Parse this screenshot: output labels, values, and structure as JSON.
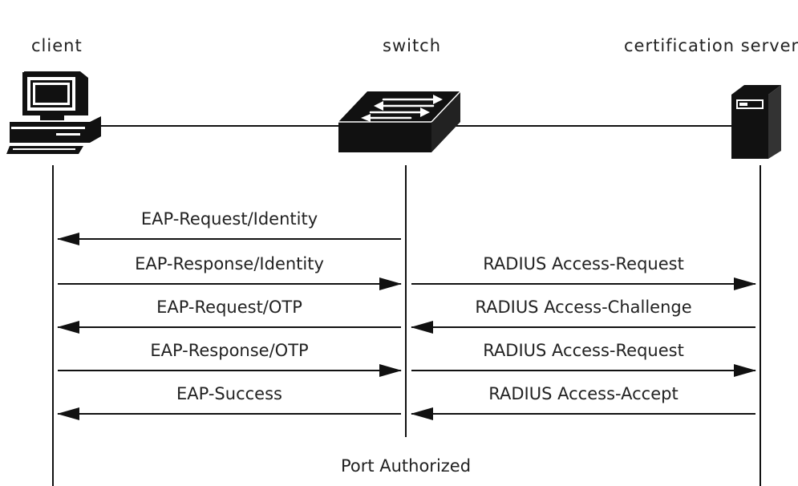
{
  "participants": {
    "client": "client",
    "switch": "switch",
    "server": "certification server"
  },
  "messages": [
    {
      "label": "EAP-Request/Identity",
      "from": "switch",
      "to": "client"
    },
    {
      "label": "EAP-Response/Identity",
      "from": "client",
      "to": "switch"
    },
    {
      "label": "RADIUS Access-Request",
      "from": "switch",
      "to": "server"
    },
    {
      "label": "EAP-Request/OTP",
      "from": "switch",
      "to": "client"
    },
    {
      "label": "RADIUS Access-Challenge",
      "from": "server",
      "to": "switch"
    },
    {
      "label": "EAP-Response/OTP",
      "from": "client",
      "to": "switch"
    },
    {
      "label": "RADIUS Access-Request",
      "from": "switch",
      "to": "server"
    },
    {
      "label": "EAP-Success",
      "from": "switch",
      "to": "client"
    },
    {
      "label": "RADIUS Access-Accept",
      "from": "server",
      "to": "switch"
    }
  ],
  "status": "Port Authorized",
  "icons": {
    "client": "desktop-computer-icon",
    "switch": "network-switch-icon",
    "server": "server-tower-icon"
  },
  "colors": {
    "line": "#111111",
    "text": "#222222",
    "background": "#ffffff"
  }
}
